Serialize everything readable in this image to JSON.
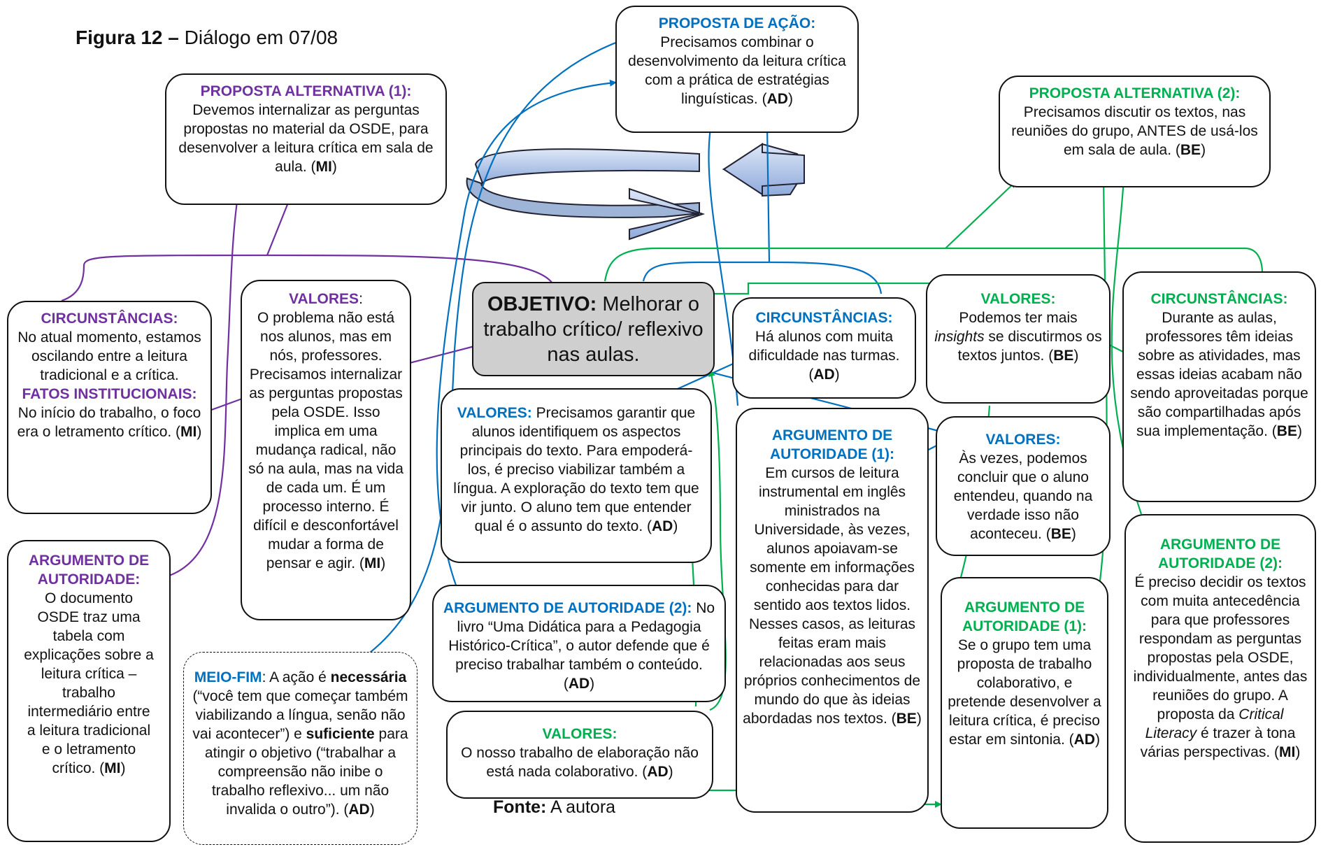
{
  "figure": {
    "label": "Figura 12 –",
    "title": " Diálogo em 07/08",
    "source_label": "Fonte:",
    "source": " A autora"
  },
  "nodes": {
    "proposta_acao": {
      "heading": "PROPOSTA DE AÇÃO:",
      "text": "Precisamos combinar o desenvolvimento da leitura crítica com a prática de estratégias linguísticas. (",
      "sig": "AD",
      "close": ")"
    },
    "proposta_alt1": {
      "heading": "PROPOSTA ALTERNATIVA (1):",
      "text": "Devemos internalizar as perguntas propostas no material da OSDE, para desenvolver a leitura crítica em sala de aula. (",
      "sig": "MI",
      "close": ")"
    },
    "proposta_alt2": {
      "heading": "PROPOSTA ALTERNATIVA (2):",
      "text": "Precisamos discutir os textos, nas reuniões do grupo, ANTES de usá-los em sala de aula. (",
      "sig": "BE",
      "close": ")"
    },
    "objetivo": {
      "heading": "OBJETIVO:",
      "text": " Melhorar o trabalho crítico/ reflexivo nas aulas."
    },
    "circ_left": {
      "heading1": "CIRCUNSTÂNCIAS:",
      "text1": "No atual momento, estamos oscilando entre a leitura tradicional e a crítica.",
      "heading2": "FATOS INSTITUCIONAIS:",
      "text2": "No início do trabalho, o foco era o letramento crítico. (",
      "sig": "MI",
      "close": ")"
    },
    "valores_mi": {
      "heading": "VALORES",
      "colon": ":",
      "text": "O problema não está nos alunos, mas em nós, professores. Precisamos internalizar as perguntas propostas pela OSDE. Isso implica em uma mudança radical, não só na aula, mas na vida de cada um. É um processo interno. É difícil e desconfortável mudar a forma de pensar e agir. (",
      "sig": "MI",
      "close": ")"
    },
    "argumento_left": {
      "heading": "ARGUMENTO DE AUTORIDADE:",
      "text": "O documento OSDE traz uma tabela com explicações sobre a leitura crítica – trabalho intermediário entre a leitura tradicional e o letramento crítico. (",
      "sig": "MI",
      "close": ")"
    },
    "meio_fim": {
      "heading": "MEIO-FIM",
      "text_a": ": A ação é ",
      "em1": "necessária",
      "text_b": " (“você tem que começar também viabilizando a língua, senão não vai acontecer”) e ",
      "em2": "suficiente",
      "text_c": " para atingir o objetivo (“trabalhar a compreensão não inibe o trabalho reflexivo... um não invalida o outro”). (",
      "sig": "AD",
      "close": ")"
    },
    "valores_ad": {
      "heading": "VALORES:",
      "text": " Precisamos garantir que alunos identifiquem os aspectos principais do texto. Para empoderá-los, é preciso viabilizar também a língua. A exploração do texto tem que vir junto. O aluno tem que entender qual é o assunto do texto. (",
      "sig": "AD",
      "close": ")"
    },
    "arg_aut2_blue": {
      "heading": "ARGUMENTO DE AUTORIDADE (2):",
      "text": "  No livro “Uma Didática para a Pedagogia Histórico-Crítica”, o autor defende que é preciso trabalhar também o conteúdo. (",
      "sig": "AD",
      "close": ")"
    },
    "valores_ad2": {
      "heading": "VALORES:",
      "text": "O nosso trabalho de elaboração não está nada colaborativo. (",
      "sig": "AD",
      "close": ")"
    },
    "circ_mid": {
      "heading": "CIRCUNSTÂNCIAS:",
      "text": "Há alunos com muita dificuldade nas turmas. (",
      "sig": "AD",
      "close": ")"
    },
    "arg_aut1_blue": {
      "heading": "ARGUMENTO DE AUTORIDADE (1):",
      "text": "Em cursos de leitura instrumental em inglês ministrados na Universidade, às vezes, alunos apoiavam-se somente em informações conhecidas para dar sentido aos textos lidos. Nesses casos, as leituras feitas eram mais relacionadas aos seus próprios conhecimentos de mundo do que às ideias abordadas nos textos.  (",
      "sig": "BE",
      "close": ")"
    },
    "valores_be1": {
      "heading": "VALORES:",
      "text_a": "Podemos ter mais ",
      "it": "insights",
      "text_b": " se discutirmos os textos juntos. (",
      "sig": "BE",
      "close": ")"
    },
    "valores_be2": {
      "heading": "VALORES:",
      "text": "Às vezes, podemos concluir que o aluno entendeu, quando na verdade isso não aconteceu. (",
      "sig": "BE",
      "close": ")"
    },
    "arg_aut1_green": {
      "heading": "ARGUMENTO DE AUTORIDADE (1):",
      "text": "Se o grupo tem uma proposta de trabalho colaborativo, e pretende desenvolver a leitura crítica, é preciso estar em sintonia. (",
      "sig": "AD",
      "close": ")"
    },
    "circ_right": {
      "heading": "CIRCUNSTÂNCIAS:",
      "text": "Durante as aulas, professores têm ideias sobre as atividades, mas essas ideias acabam não sendo aproveitadas porque são compartilhadas após sua implementação. (",
      "sig": "BE",
      "close": ")"
    },
    "arg_aut2_green": {
      "heading": "ARGUMENTO DE AUTORIDADE (2):",
      "text_a": "É preciso decidir os textos com muita antecedência para que professores respondam as perguntas propostas pela OSDE, individualmente, antes das reuniões do grupo. A proposta da ",
      "it": "Critical Literacy",
      "text_b": " é trazer à tona várias perspectivas. (",
      "sig": "MI",
      "close": ")"
    }
  },
  "colors": {
    "purple": "#7030a0",
    "blue": "#0070c0",
    "green": "#00b050",
    "objective_fill": "#cfcfcf",
    "cycle_arrow_fill": "#b4c7e7"
  }
}
